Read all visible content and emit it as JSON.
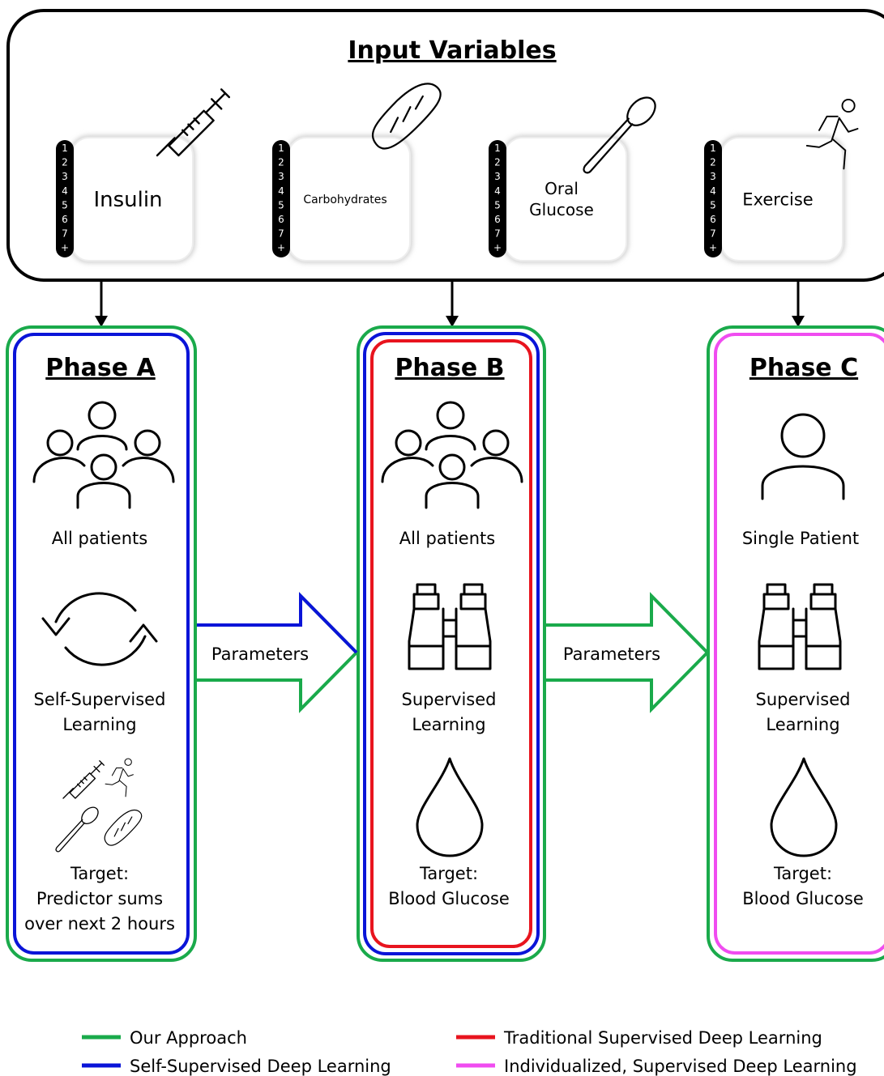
{
  "input_panel": {
    "title": "Input Variables",
    "variables": [
      {
        "label_lines": [
          "Insulin"
        ],
        "icon": "syringe-icon"
      },
      {
        "label_lines": [
          "Carbohydrates"
        ],
        "icon": "bread-icon"
      },
      {
        "label_lines": [
          "Oral",
          "Glucose"
        ],
        "icon": "spoon-icon"
      },
      {
        "label_lines": [
          "Exercise"
        ],
        "icon": "runner-icon"
      }
    ],
    "sequence_numbers": [
      "1",
      "2",
      "3",
      "4",
      "5",
      "6",
      "7",
      "+"
    ]
  },
  "phases": [
    {
      "title": "Phase A",
      "population": "All patients",
      "learning_lines": [
        "Self-Supervised",
        "Learning"
      ],
      "target_lines": [
        "Target:",
        "Predictor sums",
        "over next 2 hours"
      ],
      "icons": [
        "group-icon",
        "cycle-icon",
        "predictor-icons"
      ]
    },
    {
      "title": "Phase B",
      "population": "All patients",
      "learning_lines": [
        "Supervised",
        "Learning"
      ],
      "target_lines": [
        "Target:",
        "Blood Glucose"
      ],
      "icons": [
        "group-icon",
        "binoculars-icon",
        "drop-icon"
      ]
    },
    {
      "title": "Phase C",
      "population": "Single Patient",
      "learning_lines": [
        "Supervised",
        "Learning"
      ],
      "target_lines": [
        "Target:",
        "Blood Glucose"
      ],
      "icons": [
        "person-icon",
        "binoculars-icon",
        "drop-icon"
      ]
    }
  ],
  "transfer_arrows": [
    {
      "label": "Parameters"
    },
    {
      "label": "Parameters"
    }
  ],
  "legend": [
    {
      "label": "Our Approach",
      "color": "#1aaa4b"
    },
    {
      "label": "Self-Supervised Deep Learning",
      "color": "#0a14d8"
    },
    {
      "label": "Traditional Supervised Deep Learning",
      "color": "#e8141e"
    },
    {
      "label": "Individualized, Supervised Deep Learning",
      "color": "#f04cf0"
    }
  ],
  "colors": {
    "green": "#1aaa4b",
    "blue": "#0a14d8",
    "red": "#e8141e",
    "magenta": "#f04cf0"
  }
}
